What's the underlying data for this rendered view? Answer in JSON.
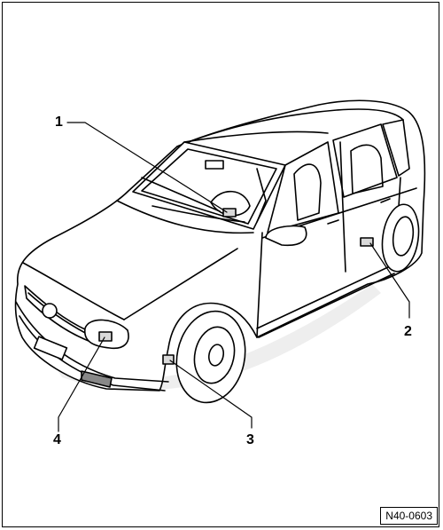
{
  "callouts": {
    "c1": "1",
    "c2": "2",
    "c3": "3",
    "c4": "4"
  },
  "figure_ref": "N40-0603",
  "colors": {
    "ink": "#000000",
    "paper": "#ffffff",
    "shade": "#d9d9d9"
  }
}
